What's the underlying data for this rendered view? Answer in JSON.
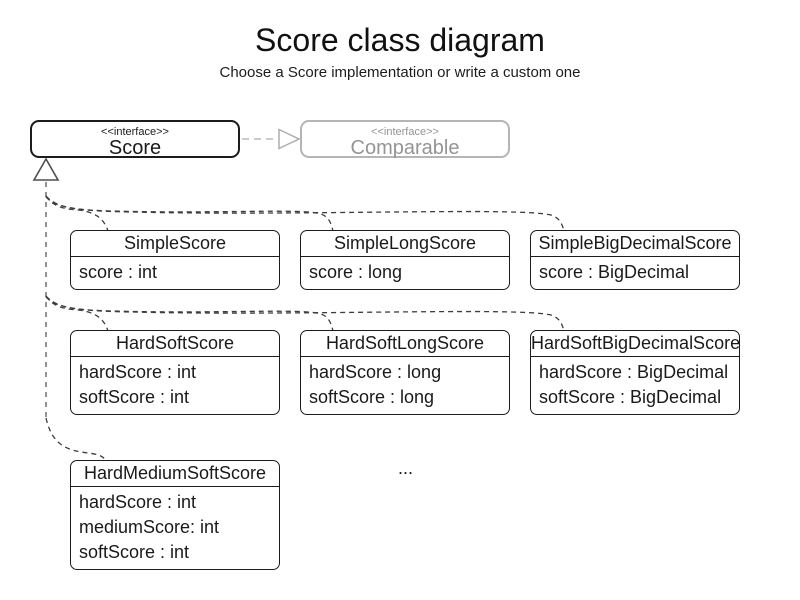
{
  "title": "Score class diagram",
  "subtitle": "Choose a Score implementation or write a custom one",
  "interfaces": {
    "score": {
      "stereotype": "<<interface>>",
      "name": "Score"
    },
    "comparable": {
      "stereotype": "<<interface>>",
      "name": "Comparable"
    }
  },
  "classes": [
    {
      "name": "SimpleScore",
      "attributes": [
        "score : int"
      ]
    },
    {
      "name": "SimpleLongScore",
      "attributes": [
        "score : long"
      ]
    },
    {
      "name": "SimpleBigDecimalScore",
      "attributes": [
        "score : BigDecimal"
      ]
    },
    {
      "name": "HardSoftScore",
      "attributes": [
        "hardScore : int",
        "softScore : int"
      ]
    },
    {
      "name": "HardSoftLongScore",
      "attributes": [
        "hardScore : long",
        "softScore : long"
      ]
    },
    {
      "name": "HardSoftBigDecimalScore",
      "attributes": [
        "hardScore : BigDecimal",
        "softScore : BigDecimal"
      ]
    },
    {
      "name": "HardMediumSoftScore",
      "attributes": [
        "hardScore : int",
        "mediumScore: int",
        "softScore : int"
      ]
    }
  ],
  "ellipsis": "...",
  "colors": {
    "class_border": "#1c1c1c",
    "muted_border": "#b5b5b5",
    "muted_text": "#949494",
    "inheritance_line": "#3c3c3c",
    "inheritance_trunk": "#777777",
    "realization_line": "#b9b9b9",
    "background": "#ffffff"
  }
}
